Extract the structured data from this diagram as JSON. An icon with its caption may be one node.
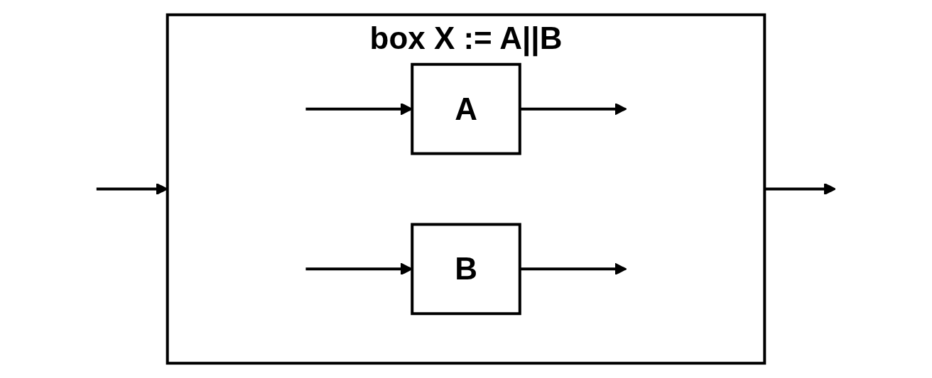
{
  "diagram": {
    "nodes": [
      {
        "text": [
          "box X := A||B"
        ]
      },
      {
        "text": [
          "A"
        ],
        "in": 0
      },
      {
        "text": [
          "B"
        ],
        "in": 0
      }
    ],
    "edges": [
      {
        "from": null,
        "to": 0,
        "arrow": "to"
      },
      {
        "from": 0,
        "to": null,
        "arrow": "to"
      },
      {
        "from": null,
        "to": 1,
        "arrow": "to"
      },
      {
        "from": null,
        "to": 2,
        "arrow": "to"
      },
      {
        "from": 1,
        "to": null,
        "arrow": "to"
      },
      {
        "from": 2,
        "to": null,
        "arrow": "to"
      }
    ]
  }
}
